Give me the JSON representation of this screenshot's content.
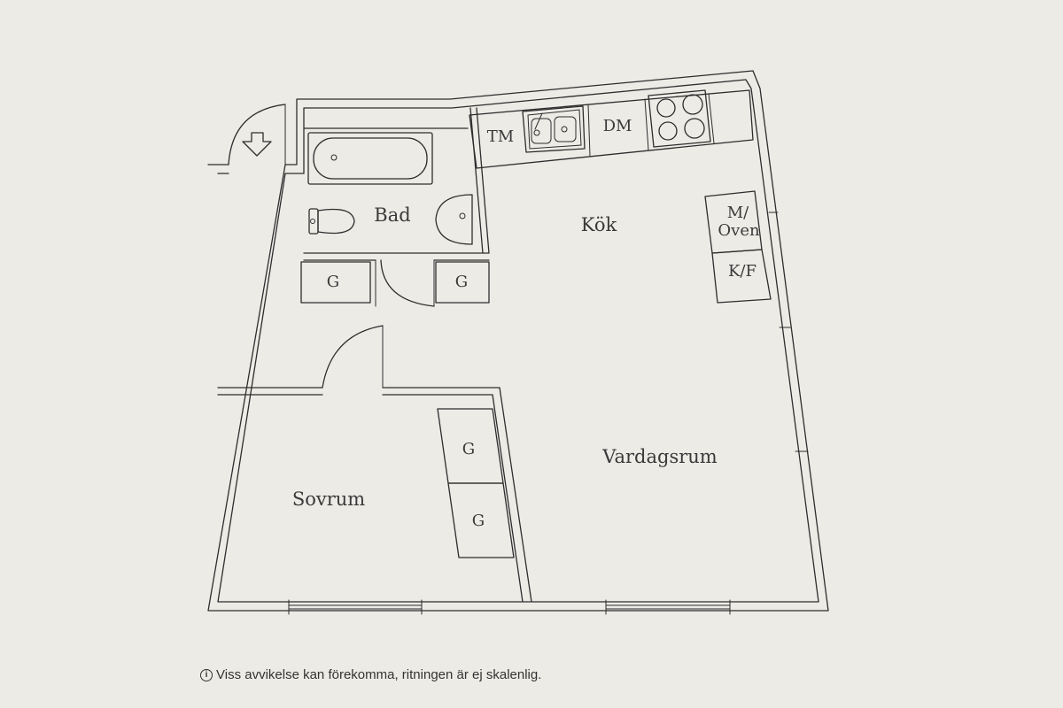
{
  "rooms": {
    "bad": "Bad",
    "kok": "Kök",
    "vardagsrum": "Vardagsrum",
    "sovrum": "Sovrum"
  },
  "fixtures": {
    "tm": "TM",
    "dm": "DM",
    "micro_line1": "M/",
    "micro_line2": "Oven",
    "kf": "K/F",
    "wardrobe": "G"
  },
  "footer": {
    "info_icon": "i",
    "disclaimer": "Viss avvikelse kan förekomma, ritningen är ej skalenlig."
  }
}
